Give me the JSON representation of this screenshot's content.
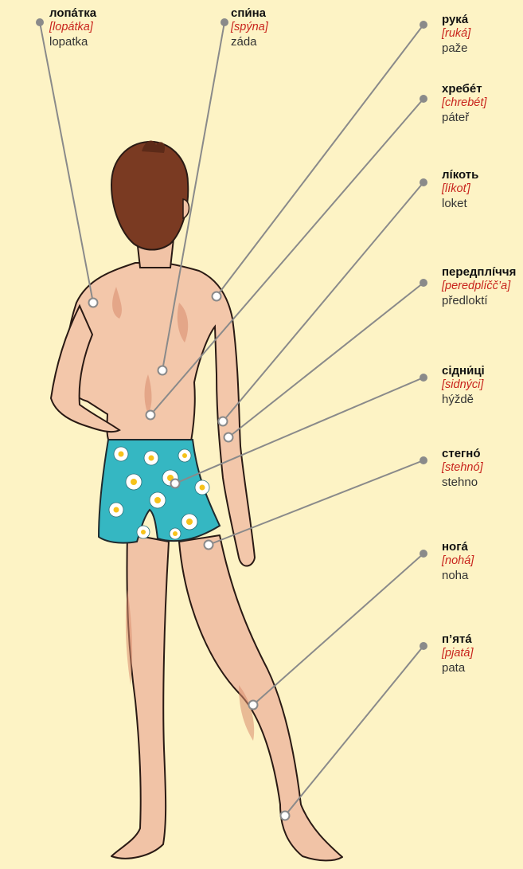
{
  "labels": [
    {
      "id": "lopatka",
      "ukrainian": "лопáтка",
      "transcription": "[lopátka]",
      "czech": "lopatka"
    },
    {
      "id": "spyna",
      "ukrainian": "спи́на",
      "transcription": "[spýna]",
      "czech": "záda"
    },
    {
      "id": "ruka",
      "ukrainian": "рукá",
      "transcription": "[ruká]",
      "czech": "paže"
    },
    {
      "id": "khrebet",
      "ukrainian": "хребéт",
      "transcription": "[chrebét]",
      "czech": "páteř"
    },
    {
      "id": "likot",
      "ukrainian": "лíкоть",
      "transcription": "[líkoť]",
      "czech": "loket"
    },
    {
      "id": "peredplichchia",
      "ukrainian": "передплíччя",
      "transcription": "[peredplíčč’a]",
      "czech": "předloktí"
    },
    {
      "id": "sidnytsi",
      "ukrainian": "сідни́ці",
      "transcription": "[sidnýci]",
      "czech": "hýždě"
    },
    {
      "id": "stehno",
      "ukrainian": "стегнó",
      "transcription": "[stehnó]",
      "czech": "stehno"
    },
    {
      "id": "noha",
      "ukrainian": "ногá",
      "transcription": "[nohá]",
      "czech": "noha"
    },
    {
      "id": "piata",
      "ukrainian": "п’ятá",
      "transcription": "[pjatá]",
      "czech": "pata"
    }
  ],
  "colors": {
    "background": "#fdf3c5",
    "leader_line": "#8a8a8a",
    "transcription": "#c8231c",
    "skin": "#f1c3a6",
    "hair": "#7a3a22",
    "shorts": "#35b7c2"
  }
}
